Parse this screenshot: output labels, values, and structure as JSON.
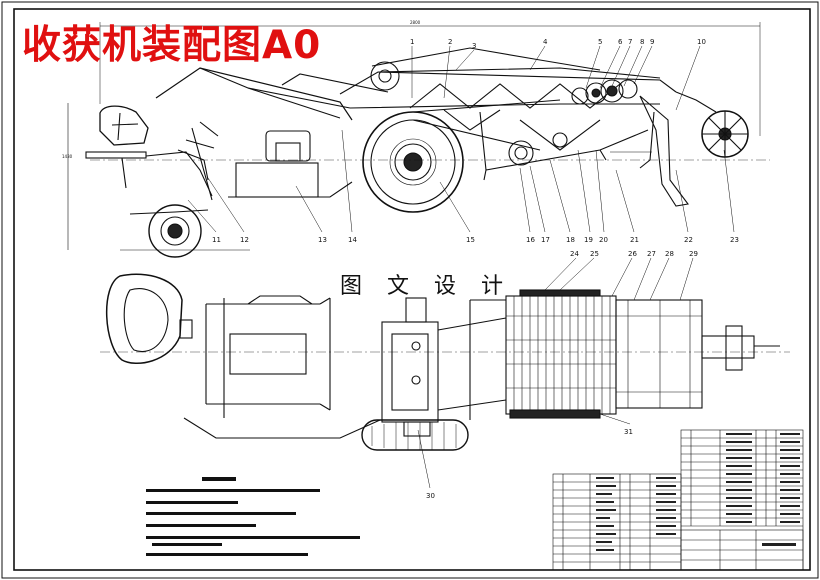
{
  "header": {
    "title": "收获机装配图A0",
    "subtitle": "图 文 设 计"
  },
  "part_numbers": {
    "top": [
      "1",
      "2",
      "3",
      "4",
      "5",
      "6",
      "7",
      "8",
      "9",
      "10"
    ],
    "bottom_side": [
      "11",
      "12",
      "13",
      "14",
      "15",
      "16",
      "17",
      "18",
      "19",
      "20",
      "21",
      "22",
      "23"
    ],
    "plan_top": [
      "24",
      "25",
      "26",
      "27",
      "28",
      "29"
    ],
    "plan_bottom": [
      "30",
      "31"
    ]
  },
  "colors": {
    "title": "#e01010",
    "line": "#111111",
    "paper": "#ffffff"
  }
}
